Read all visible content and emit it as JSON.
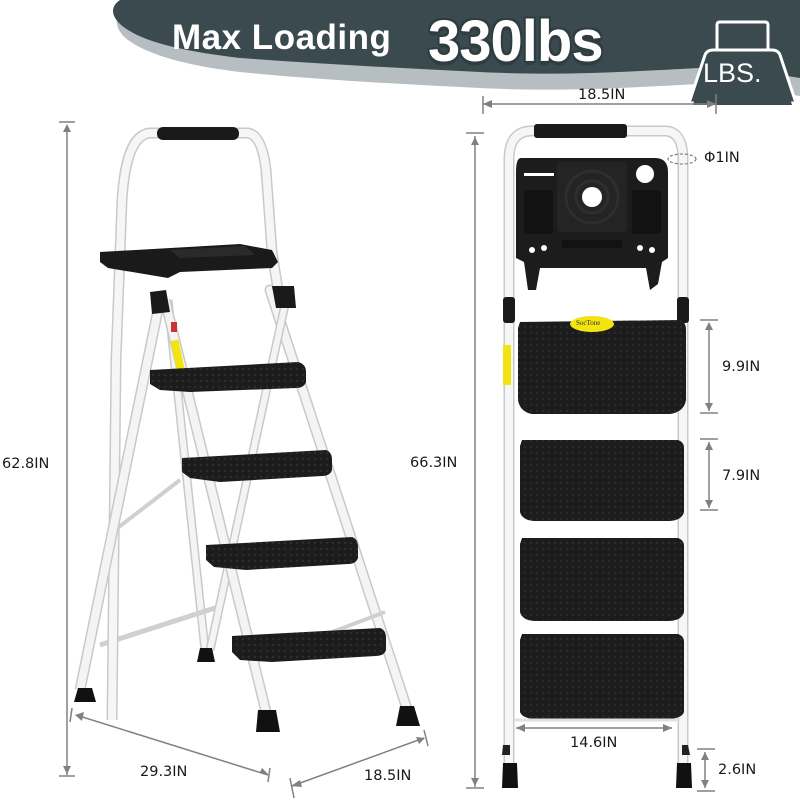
{
  "banner": {
    "title_prefix": "Max Loading",
    "title_value": "330lbs",
    "weight_badge": "LBS.",
    "colors": {
      "banner_dark": "#3b4a4f",
      "banner_shadow": "#b7bec1",
      "text": "#ffffff"
    },
    "icon": "weight-icon"
  },
  "left_view": {
    "label": "side-view",
    "dimensions": {
      "height": "62.8IN",
      "depth": "29.3IN",
      "width": "18.5IN"
    },
    "steps": 4
  },
  "right_view": {
    "label": "front-view",
    "dimensions": {
      "top_width": "18.5IN",
      "tube_diameter": "Φ1IN",
      "height": "66.3IN",
      "step_gap_top": "9.9IN",
      "step_depth": "7.9IN",
      "inner_width": "14.6IN",
      "foot_height": "2.6IN"
    },
    "brand_badge": "SocTone",
    "steps": 4
  },
  "colors": {
    "frame": "#f4f4f4",
    "frame_edge": "#c9c9c9",
    "step": "#1c1c1c",
    "dimension_line": "#808080",
    "badge_yellow": "#f2e311"
  }
}
